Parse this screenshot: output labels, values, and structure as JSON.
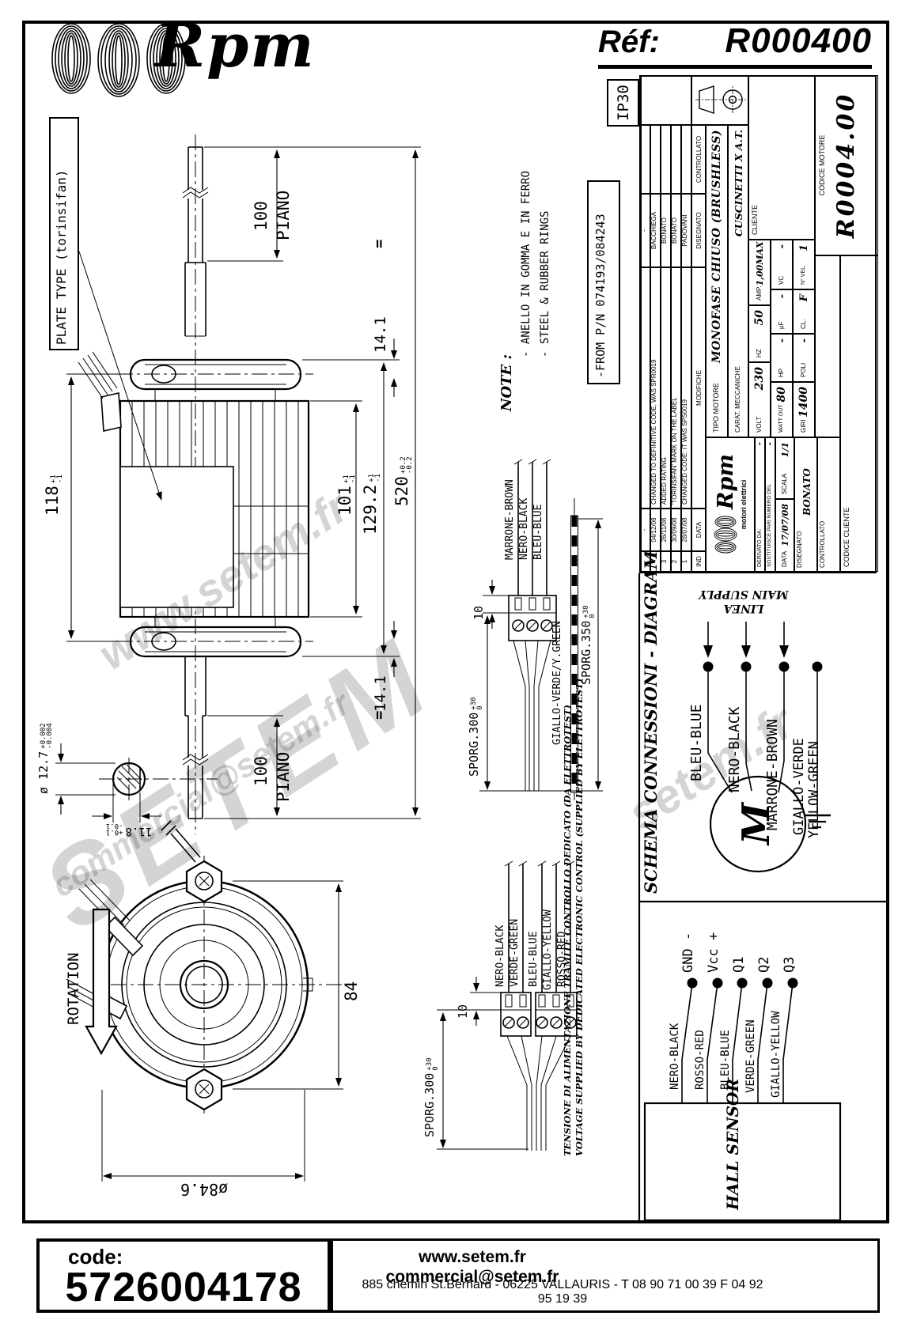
{
  "header": {
    "brand": "Rpm",
    "ref_label": "Réf:",
    "ref_value": "R000400"
  },
  "watermarks": {
    "site": "www.setem.fr",
    "brand": "SETEM",
    "email": "commercial@setem.fr",
    "small": "setem.fr"
  },
  "side_view": {
    "plate_type": "PLATE TYPE (torinsifan)",
    "dim_100": "100",
    "piano": "PIANO",
    "dim_14_1": "14.1",
    "dim_118": "118",
    "dim_101": "101",
    "dim_129_2": "129.2",
    "dim_520": "520",
    "tol_p1": "+1",
    "tol_m1": "-1",
    "tol_p02": "+0.2",
    "tol_m02": "-0.2",
    "equal": "=",
    "shaft_dia": "ø 12.7",
    "shaft_dia_tp": "+0.002",
    "shaft_dia_tm": "-0.004",
    "shaft_flat": "11.8",
    "shaft_flat_tp": "+0.1",
    "shaft_flat_tm": "-0.1"
  },
  "front_view": {
    "rotation": "ROTATION",
    "dim_84": "84",
    "dia_84_6": "ø84.6"
  },
  "note": {
    "title": "NOTE :",
    "line1": "- ANELLO IN GOMMA E IN FERRO",
    "line2": "- STEEL & RUBBER RINGS"
  },
  "from_pn": "-FROM P/N  074193/084243",
  "power_harness": {
    "wire_brown": "MARRONE-BROWN",
    "wire_black": "NERO-BLACK",
    "wire_blue": "BLEU-BLUE",
    "dim_10": "10",
    "sporg_300": "SPORG.300",
    "sporg_350": "SPORG.350",
    "tol_p30": "+30",
    "tol_0": "0",
    "earth_wire": "GIALLO-VERDE/Y.GREEN"
  },
  "hall_harness": {
    "wire_black": "NERO-BLACK",
    "wire_green": "VERDE-GREEN",
    "wire_blue": "BLEU-BLUE",
    "wire_yellow": "GIALLO-YELLOW",
    "wire_red": "ROSSO-RED",
    "dim_10": "10",
    "sporg_300": "SPORG.300",
    "tol_p30": "+30",
    "tol_0": "0"
  },
  "supply_note": {
    "line1": "TENSIONE DI ALIMENTAZIONE TRAMITE CONTROLLO DEDICATO (DA ELETTROTEST)",
    "line2": "VOLTAGE SUPPLIED BY DEDICATED ELECTRONIC CONTROL (SUPPLIED BY ELETTROTEST)"
  },
  "schematic": {
    "title": "SCHEMA CONNESSIONI - DIAGRAM",
    "main_supply": "MAIN SUPPLY",
    "linea": "LINEA",
    "wire_blue": "BLEU-BLUE",
    "wire_black": "NERO-BLACK",
    "wire_brown": "MARRONE-BROWN",
    "motor_letter": "M",
    "earth_line1": "GIALLO-VERDE",
    "earth_line2": "YELLOW-GREEN",
    "hall_title": "HALL SENSOR",
    "sig_gnd": "GND  -",
    "sig_vcc": "Vcc +",
    "sig_q1": "Q1",
    "sig_q2": "Q2",
    "sig_q3": "Q3",
    "h_black": "NERO-BLACK",
    "h_red": "ROSSO-RED",
    "h_blue": "BLEU-BLUE",
    "h_green": "VERDE-GREEN",
    "h_yellow": "GIALLO-YELLOW"
  },
  "title_block": {
    "ip_rating": "IP30",
    "revisions": {
      "col_ind": "IND",
      "col_data": "DATA",
      "col_modifiche": "MODIFICHE",
      "col_disegnato": "DISEGNATO",
      "col_controllato": "CONTROLLATO",
      "rows": [
        {
          "ind": "-",
          "date": "-",
          "desc": "",
          "name": "-"
        },
        {
          "ind": "4",
          "date": "04/12/08",
          "desc": "CHANGED TO DEFINITIVE CODE, WAS SPR0019",
          "name": "BACCHIEGA"
        },
        {
          "ind": "3",
          "date": "26/11/08",
          "desc": "ADDED RATING",
          "name": "BONATO"
        },
        {
          "ind": "2",
          "date": "30/09/08",
          "desc": "'TORINSIFAN' MARK ON THE LABEL",
          "name": "BONATO"
        },
        {
          "ind": "1",
          "date": "28/07/08",
          "desc": "CHANGED CODE: IT WAS SPS0019",
          "name": "PADOVANI"
        }
      ]
    },
    "spec": {
      "tipo_label": "TIPO MOTORE",
      "tipo_value": "MONOFASE CHIUSO (BRUSHLESS)",
      "carat_label": "CARAT. MECCANICHE",
      "carat_value": "CUSCINETTI X A.T.",
      "volt_label": "VOLT",
      "volt_value": "230",
      "hz_label": "HZ",
      "hz_value": "50",
      "amp_label": "AMP.",
      "amp_value": "1,00MAX",
      "watt_label": "WATT OUT",
      "watt_value": "80",
      "hp_label": "HP",
      "hp_value": "-",
      "uf_label": "µF",
      "uf_value": "-",
      "vc_label": "VC",
      "vc_value": "-",
      "giri_label": "GIRI",
      "giri_value": "1400",
      "poli_label": "POLI",
      "poli_value": "-",
      "cl_label": "CL.",
      "cl_value": "F",
      "nvel_label": "N° VEL.",
      "nvel_value": "1",
      "cliente_label": "CLIENTE",
      "codice_motore_label": "CODICE MOTORE",
      "codice_motore_value": "R0004.00",
      "codice_cliente_label": "CODICE CLIENTE"
    },
    "brand": {
      "name": "Rpm",
      "subtitle": "motori elettrici"
    },
    "admin": {
      "derivato_label": "DERIVATO DA:",
      "derivato_value": "-",
      "sostituisce_label": "SOSTITUISCE PARI NUMERO DEL",
      "sostituisce_value": "-",
      "data_label": "DATA",
      "data_value": "17/07/08",
      "scala_label": "SCALA",
      "scala_value": "1/1",
      "disegnato_label": "DISEGNATO",
      "disegnato_value": "BONATO",
      "controllato_label": "CONTROLLATO",
      "controllato_value": ""
    }
  },
  "footer": {
    "code_label": "code:",
    "code_value": "5726004178",
    "site": "www.setem.fr",
    "email": "commercial@setem.fr",
    "brand": "SETEM",
    "address": "885 chemin St.Bernard  -  06225 VALLAURIS  -  T 08 90 71 00 39   F 04 92 95 19 39"
  }
}
